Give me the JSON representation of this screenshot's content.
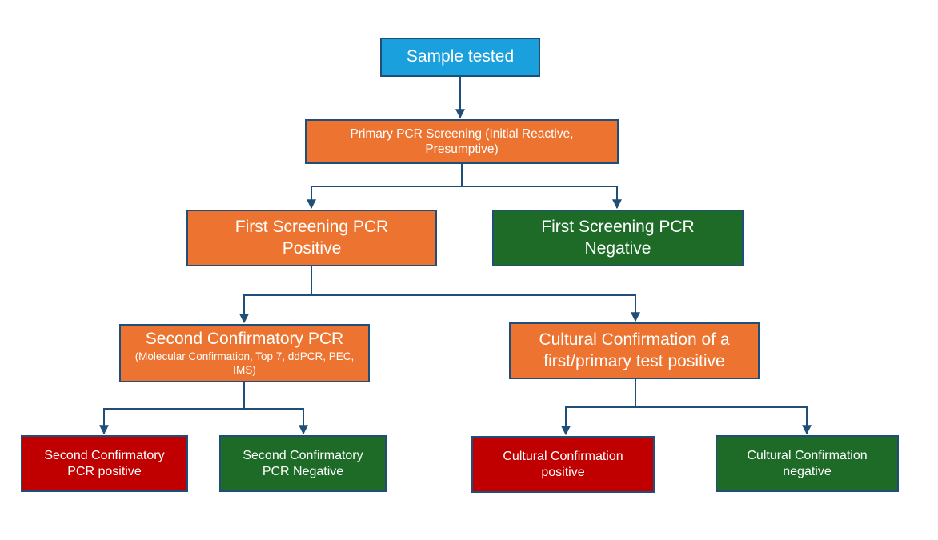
{
  "colors": {
    "start_node": "#1aa0dd",
    "process_node": "#ed7430",
    "negative_node": "#1d6b27",
    "positive_node": "#c00000",
    "connector": "#1f4e79"
  },
  "nodes": {
    "sample_tested": {
      "text": "Sample tested"
    },
    "primary_screening": {
      "text": "Primary PCR Screening (Initial Reactive, Presumptive)"
    },
    "first_screening_positive": {
      "line1": "First Screening PCR",
      "line2": "Positive"
    },
    "first_screening_negative": {
      "line1": "First Screening PCR",
      "line2": "Negative"
    },
    "second_confirmatory": {
      "title": "Second Confirmatory PCR",
      "subtitle": "(Molecular Confirmation, Top 7, ddPCR, PEC, IMS)"
    },
    "cultural_confirmation": {
      "line1": "Cultural Confirmation of a",
      "line2": "first/primary test positive"
    },
    "second_confirmatory_positive": {
      "line1": "Second Confirmatory",
      "line2": "PCR positive"
    },
    "second_confirmatory_negative": {
      "line1": "Second Confirmatory",
      "line2": "PCR Negative"
    },
    "cultural_confirmation_positive": {
      "line1": "Cultural Confirmation",
      "line2": "positive"
    },
    "cultural_confirmation_negative": {
      "line1": "Cultural Confirmation",
      "line2": "negative"
    }
  }
}
